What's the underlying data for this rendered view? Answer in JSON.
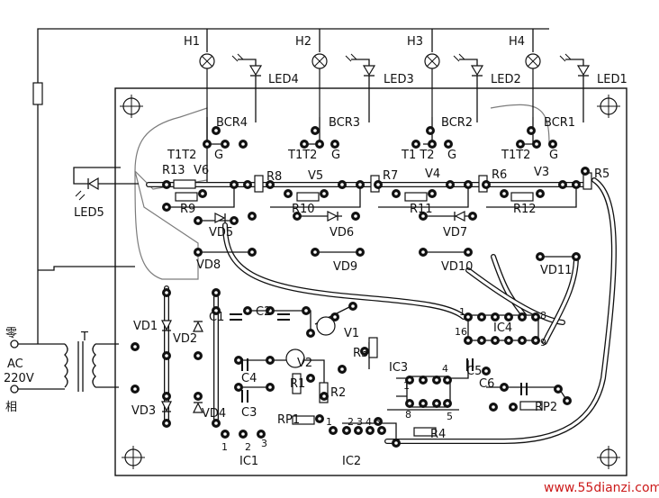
{
  "lamps": [
    "H1",
    "H2",
    "H3",
    "H4"
  ],
  "leds": [
    "LED4",
    "LED3",
    "LED2",
    "LED1",
    "LED5"
  ],
  "triacs": [
    "BCR4",
    "BCR3",
    "BCR2",
    "BCR1"
  ],
  "triac_pins": [
    "T1T2",
    "G",
    "T1T2",
    "G",
    "T1 T2",
    "G",
    "T1T2",
    "G"
  ],
  "transistors": [
    "V6",
    "V5",
    "V4",
    "V3",
    "V1",
    "V2"
  ],
  "resistors": [
    "R13",
    "R8",
    "R7",
    "R6",
    "R5",
    "R9",
    "R10",
    "R11",
    "R12",
    "R3",
    "R1",
    "R2",
    "R4",
    "RP1",
    "RP2"
  ],
  "diodes": [
    "VD5",
    "VD6",
    "VD7",
    "VD8",
    "VD9",
    "VD10",
    "VD11",
    "VD1",
    "VD2",
    "VD3",
    "VD4"
  ],
  "capacitors": [
    "C1",
    "C2",
    "C4",
    "C3",
    "C5",
    "C6"
  ],
  "ics": [
    "IC1",
    "IC2",
    "IC3",
    "IC4"
  ],
  "pins": {
    "ic1": [
      "1",
      "2",
      "3"
    ],
    "ic2": [
      "1",
      "2",
      "3",
      "4",
      "5"
    ],
    "ic3": [
      "1",
      "8",
      "4",
      "5"
    ],
    "ic4": [
      "1",
      "16",
      "8",
      "9"
    ]
  },
  "transformer": "T",
  "mains": {
    "neutral": "零",
    "ac": "AC",
    "voltage": "220V",
    "phase": "相"
  },
  "watermark": "www.55dianzi.com"
}
